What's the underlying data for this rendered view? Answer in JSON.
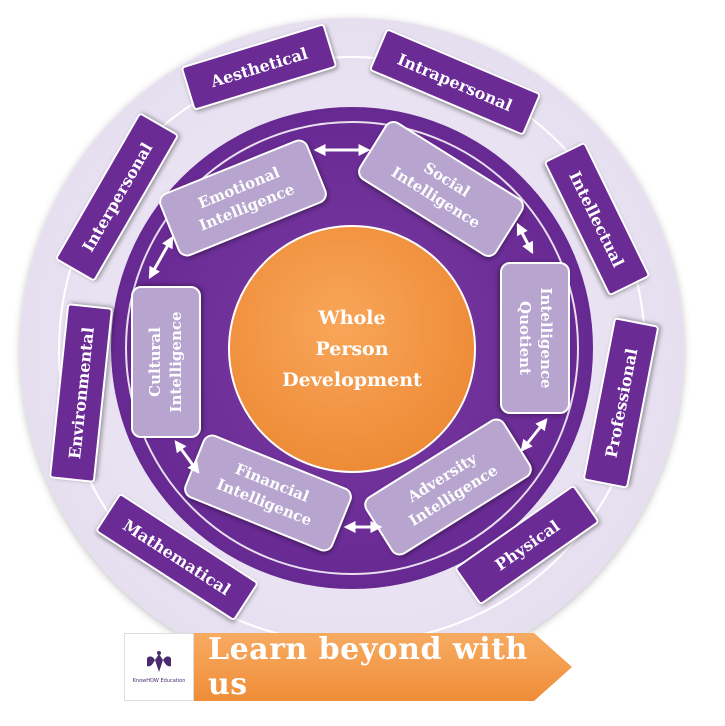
{
  "center": {
    "line1": "Whole",
    "line2": "Person",
    "line3": "Development"
  },
  "outer_tags": {
    "aesthetical": "Aesthetical",
    "intrapersonal": "Intrapersonal",
    "intellectual": "Intellectual",
    "professional": "Professional",
    "physical": "Physical",
    "mathematical": "Mathematical",
    "environmental": "Environmental",
    "interpersonal": "Interpersonal"
  },
  "intelligences": {
    "emotional": {
      "line1": "Emotional",
      "line2": "Intelligence"
    },
    "social": {
      "line1": "Social",
      "line2": "Intelligence"
    },
    "quotient": {
      "line1": "Intelligence",
      "line2": "Quotient"
    },
    "adversity": {
      "line1": "Adversity",
      "line2": "Intelligence"
    },
    "financial": {
      "line1": "Financial",
      "line2": "Intelligence"
    },
    "cultural": {
      "line1": "Cultural",
      "line2": "Intelligence"
    }
  },
  "banner": {
    "text": "Learn beyond with us",
    "logo_text": "KnowHOW Education"
  },
  "colors": {
    "purple": "#6a2b95",
    "lavender": "#b7a5cf",
    "orange": "#f0903d",
    "banner_orange": "#f39a4a"
  }
}
